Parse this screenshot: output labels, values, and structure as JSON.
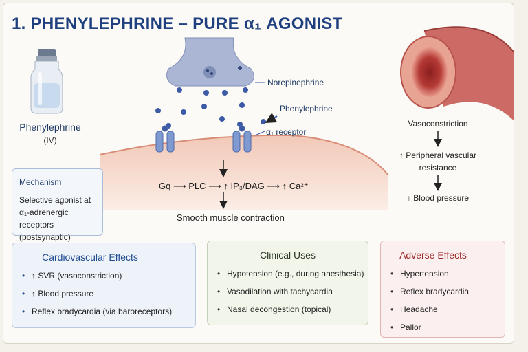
{
  "title": "1. PHENYLEPHRINE – PURE α₁ AGONIST",
  "drug": {
    "name": "Phenylephrine",
    "route": "(IV)"
  },
  "labels": {
    "norepinephrine": "Norepinephrine",
    "phenylephrine": "Phenylephrine",
    "receptor": "α₁ receptor",
    "pathway": "Gq ⟶ PLC ⟶ ↑ IP₃/DAG ⟶ ↑ Ca²⁺",
    "contraction": "Smooth muscle contraction"
  },
  "vessel": {
    "vasoconstriction": "Vasoconstriction",
    "pvr_line1": "↑ Peripheral vascular",
    "pvr_line2": "resistance",
    "bp": "↑ Blood pressure"
  },
  "mechanism": {
    "heading": "Mechanism",
    "text": "Selective agonist at α₁-adrenergic receptors (postsynaptic)"
  },
  "cardiovascular": {
    "heading": "Cardiovascular Effects",
    "items": [
      "↑ SVR (vasoconstriction)",
      "↑ Blood pressure",
      "Reflex bradycardia (via baroreceptors)"
    ]
  },
  "clinical": {
    "heading": "Clinical Uses",
    "items": [
      "Hypotension (e.g., during anesthesia)",
      "Vasodilation with tachycardia",
      "Nasal decongestion (topical)"
    ]
  },
  "adverse": {
    "heading": "Adverse Effects",
    "items": [
      "Hypertension",
      "Reflex bradycardia",
      "Headache",
      "Pallor"
    ]
  },
  "colors": {
    "title": "#1f3f7f",
    "cv": "#1f4b8f",
    "adverse": "#9b2b2b",
    "vessel": "#c65a55"
  }
}
